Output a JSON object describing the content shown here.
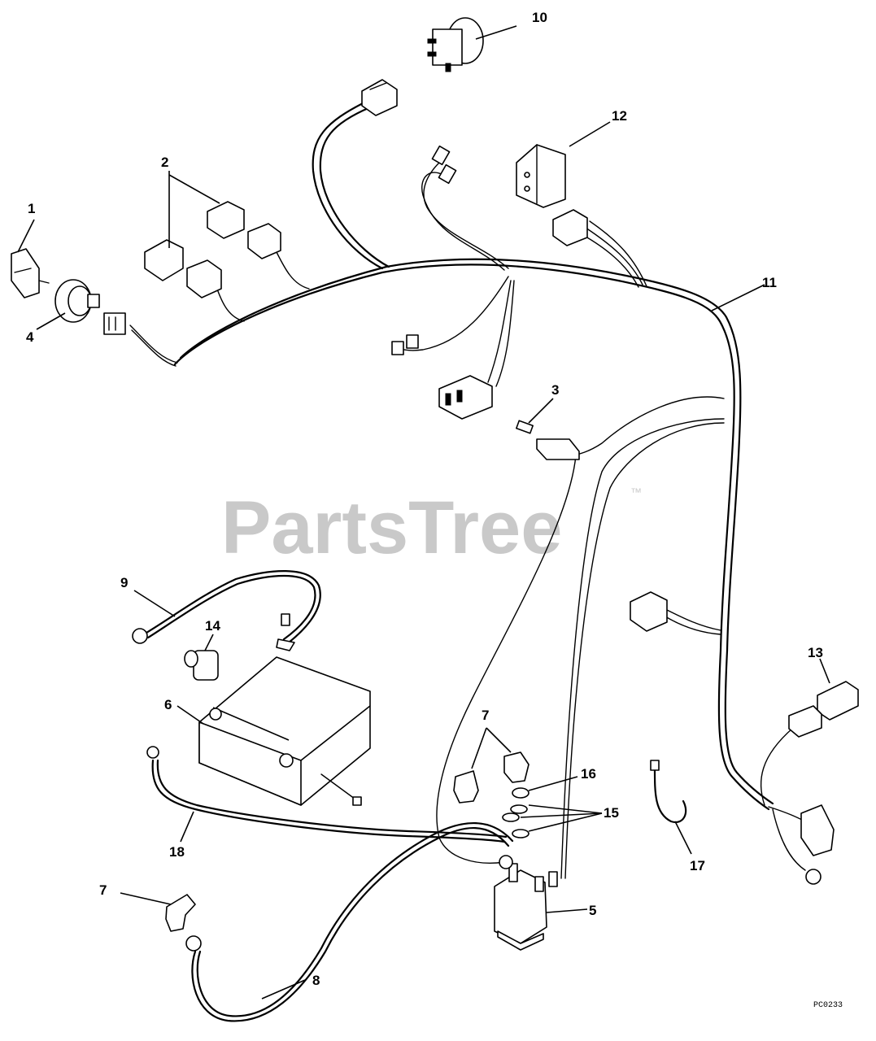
{
  "watermark": {
    "text": "PartsTree",
    "trademark": "™"
  },
  "drawing_code": "PC0233",
  "callouts": {
    "c1": "1",
    "c2": "2",
    "c3": "3",
    "c4": "4",
    "c5": "5",
    "c6": "6",
    "c7a": "7",
    "c7b": "7",
    "c8": "8",
    "c9": "9",
    "c10": "10",
    "c11": "11",
    "c12": "12",
    "c13": "13",
    "c14": "14",
    "c15": "15",
    "c16": "16",
    "c17": "17",
    "c18": "18"
  }
}
